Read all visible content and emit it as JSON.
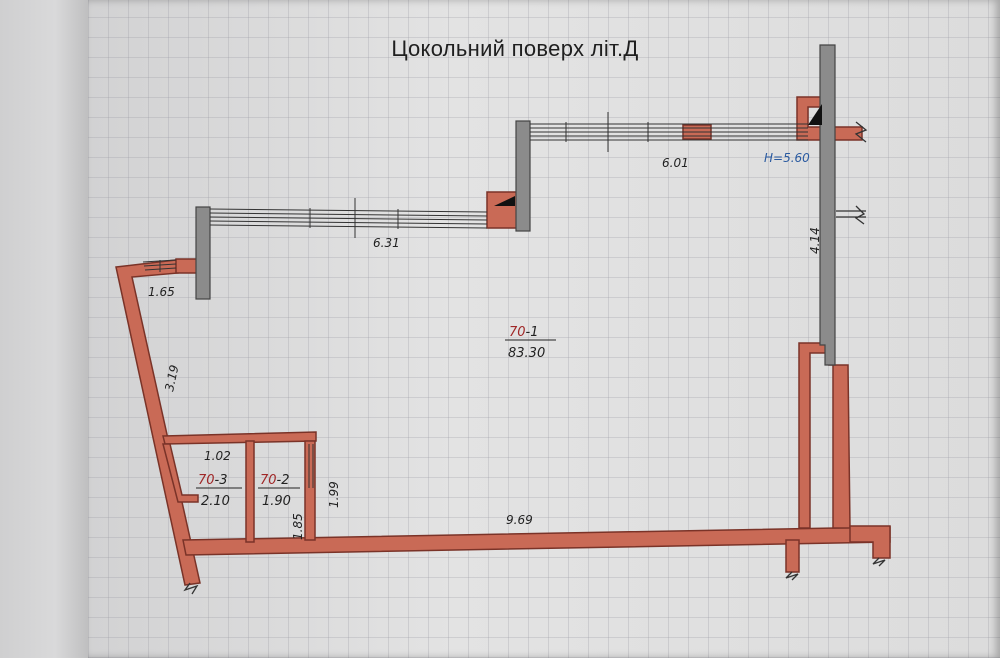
{
  "title": "Цокольний поверх  літ.Д",
  "height_label": "H=5.60",
  "dimensions": {
    "top_right": "6.01",
    "top_middle": "6.31",
    "left_short": "1.65",
    "left_diagonal": "3.19",
    "right_side": "4.14",
    "bottom": "9.69",
    "small_room_top": "1.02",
    "small_room_side": "1.99",
    "small_room_bottom": "1.85"
  },
  "rooms": [
    {
      "number": "70",
      "index": "1",
      "area": "83.30"
    },
    {
      "number": "70",
      "index": "3",
      "area": "2.10"
    },
    {
      "number": "70",
      "index": "2",
      "area": "1.90"
    }
  ],
  "colors": {
    "wall": "#c96a56",
    "wall_stroke": "#7a3328",
    "column": "#8b8b8b",
    "window_line": "#333333"
  }
}
